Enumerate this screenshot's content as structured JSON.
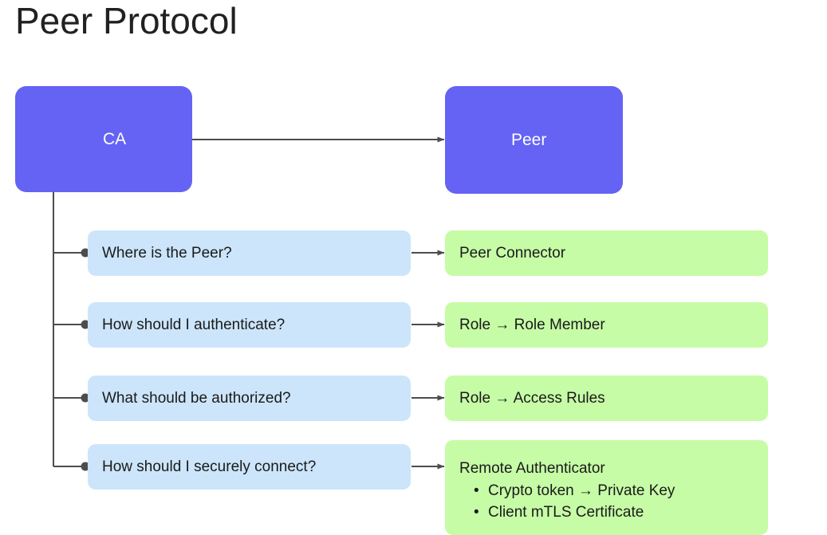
{
  "title": "Peer Protocol",
  "colors": {
    "actor_fill": "#6563f4",
    "question_fill": "#cce5fa",
    "answer_fill": "#c6fca6",
    "connector": "#4d4d4d",
    "title_text": "#212121",
    "body_text": "#1a1a1a",
    "actor_text": "#ffffff",
    "background": "#ffffff"
  },
  "actors": [
    {
      "id": "ca",
      "label": "CA"
    },
    {
      "id": "peer",
      "label": "Peer"
    }
  ],
  "rows": [
    {
      "question": "Where is the Peer?",
      "answer": {
        "heading": "Peer Connector",
        "bullets": []
      }
    },
    {
      "question": "How should I authenticate?",
      "answer": {
        "heading": "Role  →  Role Member",
        "bullets": []
      }
    },
    {
      "question": "What should be authorized?",
      "answer": {
        "heading": "Role  →  Access Rules",
        "bullets": []
      }
    },
    {
      "question": "How should I securely connect?",
      "answer": {
        "heading": "Remote Authenticator",
        "bullets": [
          "Crypto token  →  Private Key",
          "Client mTLS Certificate"
        ]
      }
    }
  ]
}
